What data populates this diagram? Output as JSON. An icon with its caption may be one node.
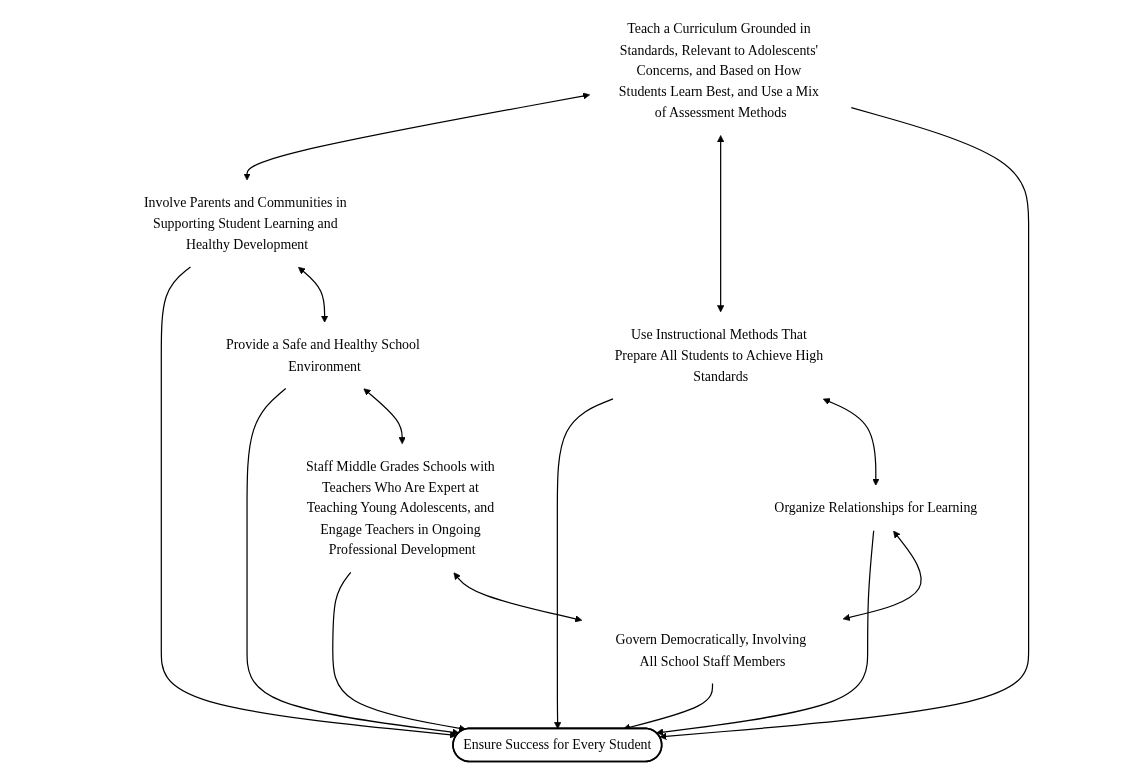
{
  "diagram": {
    "nodes": [
      {
        "text": [
          "Teach a Curriculum Grounded in Standards, Relevant to Adolescents' Concerns, and Based on How Students Learn Best, and Use a Mix of Assessment Methods"
        ]
      },
      {
        "text": [
          "Involve Parents and Communities in Supporting Student Learning and Healthy Development"
        ]
      },
      {
        "text": [
          "Use Instructional Methods That Prepare All Students to Achieve High Standards"
        ]
      },
      {
        "text": [
          "Ensure Success for Every Student"
        ]
      },
      {
        "text": [
          "Provide a Safe and Healthy School Environment"
        ]
      },
      {
        "text": [
          "Organize Relationships for Learning"
        ]
      },
      {
        "text": [
          "Staff Middle Grades Schools with Teachers Who Are Expert at Teaching Young Adolescents, and Engage Teachers in Ongoing Professional Development"
        ]
      },
      {
        "text": [
          "Govern Democratically, Involving All School Staff Members"
        ]
      }
    ],
    "edges": [
      {
        "from": 0,
        "to": 1,
        "arrow": "both"
      },
      {
        "from": 0,
        "to": 2,
        "arrow": "both"
      },
      {
        "from": 0,
        "to": 3,
        "arrow": "to"
      },
      {
        "from": 1,
        "to": 3,
        "arrow": "to"
      },
      {
        "from": 2,
        "to": 3,
        "arrow": "to"
      },
      {
        "from": 1,
        "to": 4,
        "arrow": "both"
      },
      {
        "from": 2,
        "to": 5,
        "arrow": "both"
      },
      {
        "from": 4,
        "to": 3,
        "arrow": "to"
      },
      {
        "from": 5,
        "to": 3,
        "arrow": "to"
      },
      {
        "from": 4,
        "to": 6,
        "arrow": "both"
      },
      {
        "from": 5,
        "to": 7,
        "arrow": "both"
      },
      {
        "from": 6,
        "to": 3,
        "arrow": "to"
      },
      {
        "from": 7,
        "to": 3,
        "arrow": "to"
      },
      {
        "from": 6,
        "to": 7,
        "arrow": "both"
      }
    ]
  }
}
